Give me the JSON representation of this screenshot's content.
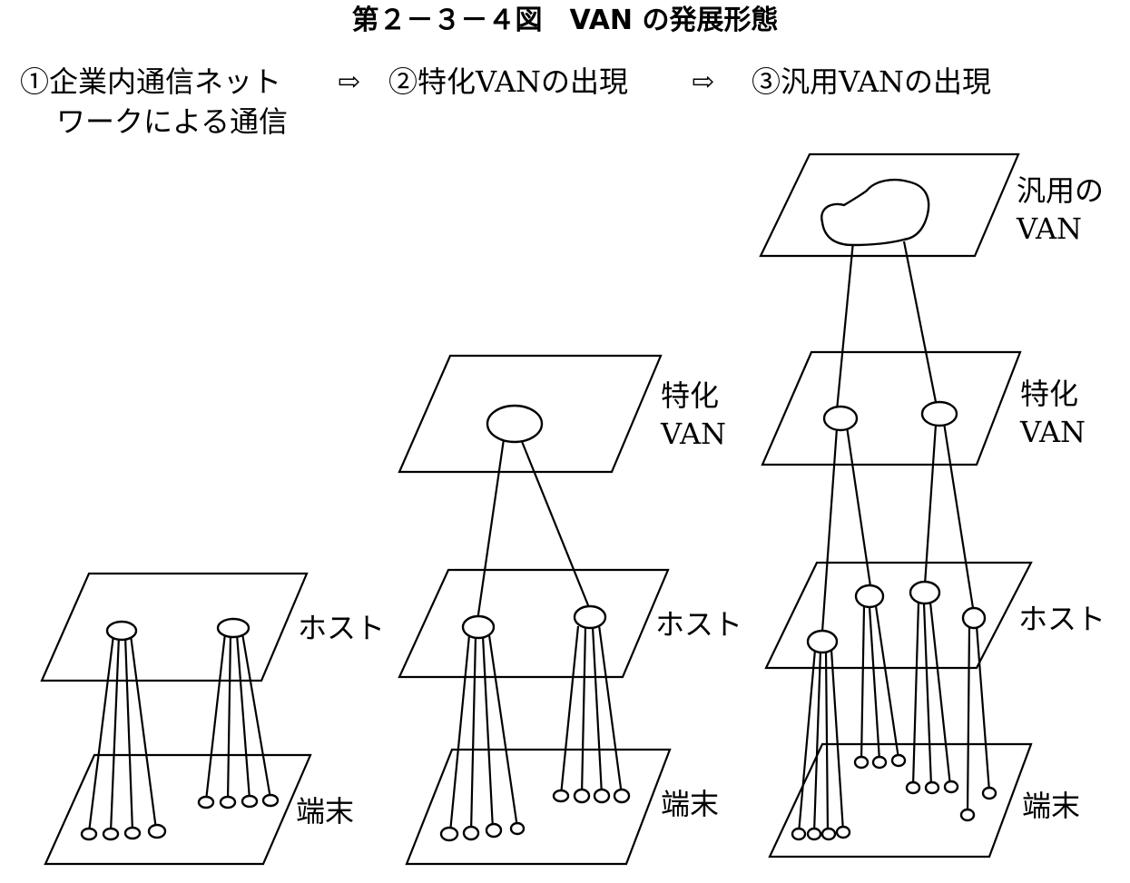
{
  "header": {
    "title": "第２－３－４図　VAN の発展形態"
  },
  "steps": {
    "step1_line1": "①企業内通信ネット",
    "step1_line2": "ワークによる通信",
    "arrow": "⇨",
    "step2": "②特化VANの出現",
    "step3": "③汎用VANの出現"
  },
  "labels": {
    "host": "ホスト",
    "terminal": "端末",
    "specialized_line1": "特化",
    "specialized_line2": "VAN",
    "general_line1": "汎用の",
    "general_line2": "VAN"
  }
}
